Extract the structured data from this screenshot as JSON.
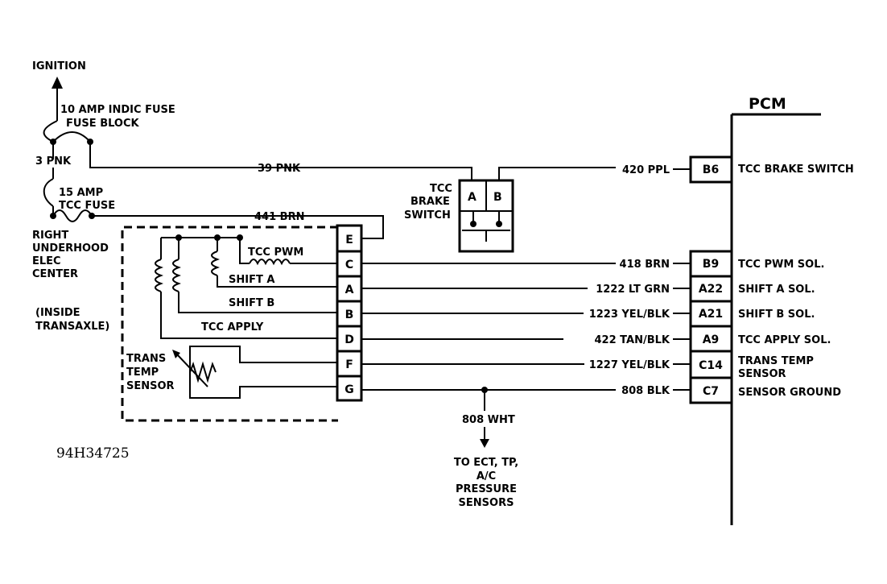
{
  "ignition": {
    "label": "IGNITION",
    "fuse1_line1": "10  AMP INDIC FUSE",
    "fuse1_line2": "FUSE BLOCK",
    "wire_3pnk": "3 PNK",
    "fuse2_line1": "15 AMP",
    "fuse2_line2": "TCC FUSE",
    "center_line1": "RIGHT",
    "center_line2": "UNDERHOOD",
    "center_line3": "ELEC",
    "center_line4": "CENTER"
  },
  "wires": {
    "w39pnk": "39 PNK",
    "w441brn": "441 BRN",
    "w420ppl": "420 PPL",
    "w418brn": "418 BRN",
    "w1222": "1222 LT GRN",
    "w1223": "1223 YEL/BLK",
    "w422": "422 TAN/BLK",
    "w1227": "1227 YEL/BLK",
    "w808blk": "808 BLK",
    "w808wht": "808 WHT"
  },
  "switch": {
    "line1": "TCC",
    "line2": "BRAKE",
    "line3": "SWITCH",
    "pin_a": "A",
    "pin_b": "B"
  },
  "transaxle": {
    "note_line1": "(INSIDE",
    "note_line2": "TRANSAXLE)",
    "tcc_pwm": "TCC PWM",
    "shift_a": "SHIFT A",
    "shift_b": "SHIFT B",
    "tcc_apply": "TCC  APPLY",
    "sensor_line1": "TRANS",
    "sensor_line2": "TEMP",
    "sensor_line3": "SENSOR",
    "pins": [
      "E",
      "C",
      "A",
      "B",
      "D",
      "F",
      "G"
    ]
  },
  "pcm": {
    "title": "PCM",
    "pins": [
      "B6",
      "B9",
      "A22",
      "A21",
      "A9",
      "C14",
      "C7"
    ],
    "labels": {
      "b6": "TCC BRAKE SWITCH",
      "b9": "TCC PWM SOL.",
      "a22": "SHIFT A SOL.",
      "a21": "SHIFT B SOL.",
      "a9": "TCC APPLY SOL.",
      "c14_line1": "TRANS TEMP",
      "c14_line2": "SENSOR",
      "c7": "SENSOR GROUND"
    }
  },
  "sensors": {
    "line1": "TO ECT, TP,",
    "line2": "A/C",
    "line3": "PRESSURE",
    "line4": "SENSORS"
  },
  "figure_id": "94H34725"
}
